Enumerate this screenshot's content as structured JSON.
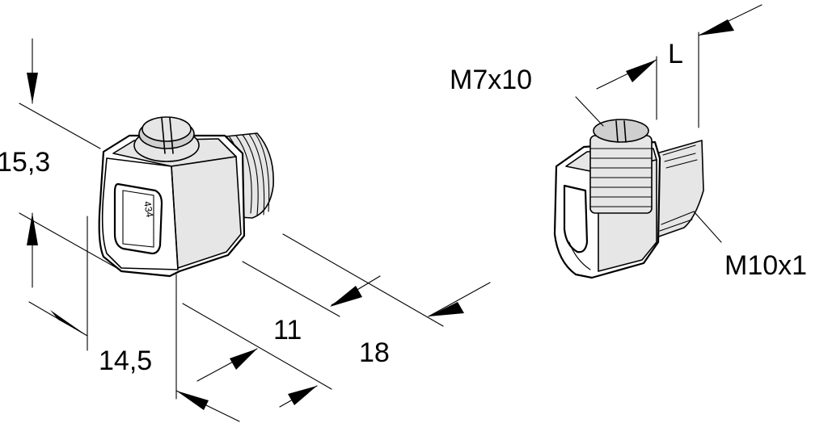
{
  "dimensions": {
    "height": "15,3",
    "width": "14,5",
    "depth_inner": "11",
    "depth_outer": "18",
    "screw": "M7x10",
    "thread": "M10x1",
    "length": "L"
  },
  "part_marking": "434",
  "colors": {
    "line": "#000000",
    "background": "#ffffff",
    "shade": "#e6e6e6"
  }
}
